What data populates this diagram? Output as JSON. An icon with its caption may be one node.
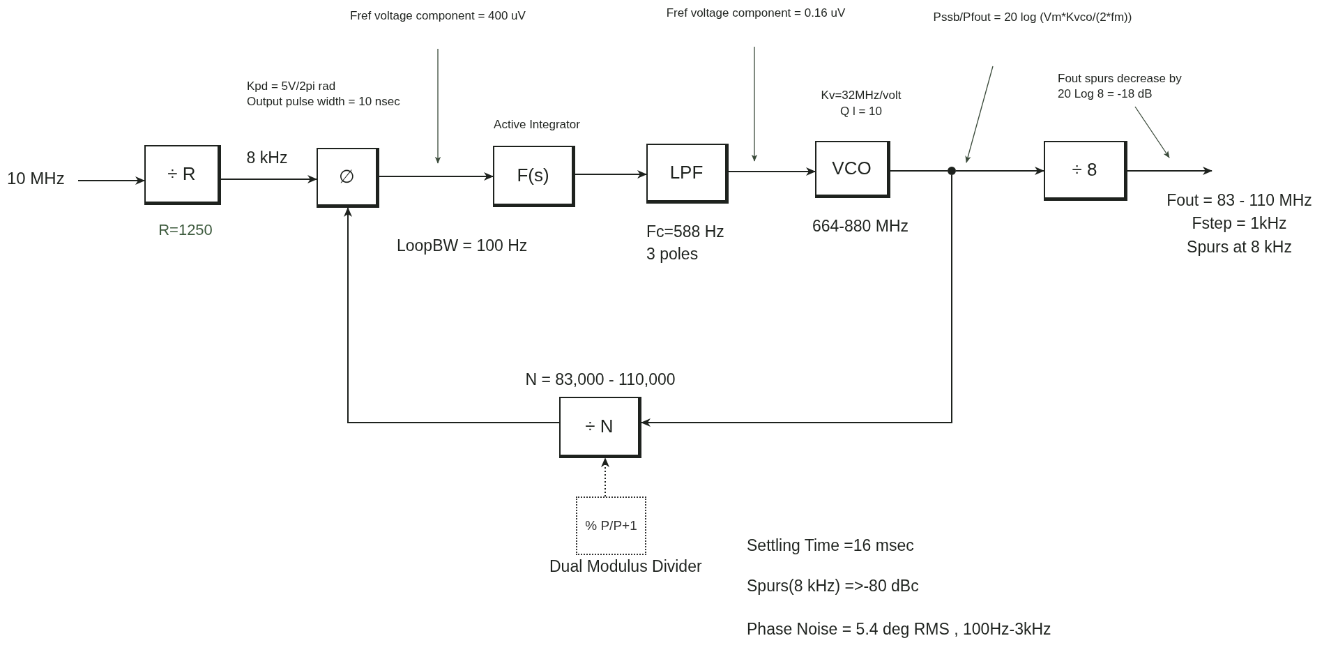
{
  "diagram": {
    "nodes": [
      {
        "text": [
          "10 MHz"
        ]
      },
      {
        "text": [
          "÷ R"
        ],
        "beside": [
          "R=1250"
        ]
      },
      {
        "text": [
          "∅"
        ],
        "beside": [
          "Kpd = 5V/2pi rad",
          "Output pulse width = 10 nsec"
        ]
      },
      {
        "text": [
          "F(s)"
        ],
        "beside": [
          "Active Integrator",
          "LoopBW = 100 Hz"
        ]
      },
      {
        "text": [
          "LPF"
        ],
        "beside": [
          "Fc=588 Hz",
          "3 poles"
        ]
      },
      {
        "text": [
          "VCO"
        ],
        "beside": [
          "Kv=32MHz/volt",
          "Q l = 10",
          "664-880 MHz"
        ]
      },
      {
        "text": [],
        "shape": "circle"
      },
      {
        "text": [
          "÷ 8"
        ]
      },
      {
        "text": [
          "÷ N"
        ],
        "beside": [
          "N = 83,000 - 110,000"
        ]
      },
      {
        "text": [
          "% P/P+1"
        ],
        "beside": [
          "Dual Modulus Divider"
        ]
      },
      {
        "text": [
          "Fout = 83 - 110 MHz",
          "Fstep = 1kHz",
          "Spurs at 8 kHz"
        ]
      }
    ],
    "edges": [
      {
        "from": 0,
        "to": 1,
        "arrow": "to"
      },
      {
        "from": 1,
        "to": 2,
        "arrow": "to",
        "label": "8 kHz"
      },
      {
        "from": 2,
        "to": 3,
        "arrow": "to"
      },
      {
        "from": 3,
        "to": 4,
        "arrow": "to"
      },
      {
        "from": 4,
        "to": 5,
        "arrow": "to"
      },
      {
        "from": 5,
        "to": 6,
        "arrow": "none"
      },
      {
        "from": 6,
        "to": 7,
        "arrow": "to"
      },
      {
        "from": 7,
        "to": 10,
        "arrow": "to"
      },
      {
        "from": 6,
        "to": 8,
        "arrow": "to"
      },
      {
        "from": 8,
        "to": 2,
        "arrow": "to"
      },
      {
        "from": 9,
        "to": 8,
        "arrow": "to",
        "style": "dashed"
      }
    ],
    "labels": [
      "Fref voltage component = 400 uV",
      "Fref voltage component = 0.16 uV",
      "Pssb/Pfout = 20 log (Vm*Kvco/(2*fm))",
      "Fout spurs decrease by 20 Log 8 = -18 dB",
      "Settling Time =16 msec",
      "Spurs(8 kHz) =>-80 dBc",
      "Phase Noise = 5.4 deg RMS , 100Hz-3kHz"
    ]
  }
}
